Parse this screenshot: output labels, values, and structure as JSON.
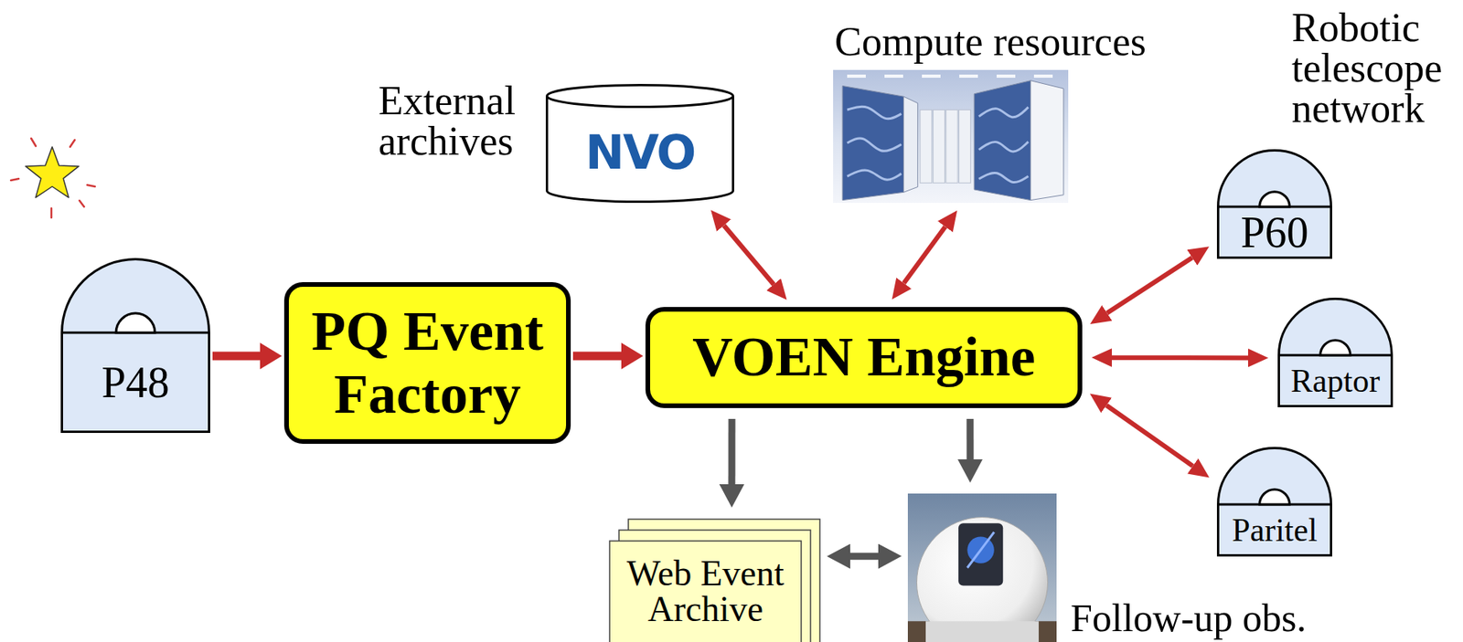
{
  "diagram": {
    "nodes": [
      {
        "text": [
          "P48"
        ]
      },
      {
        "text": [
          "PQ Event Factory"
        ]
      },
      {
        "text": [
          "VOEN Engine"
        ]
      },
      {
        "text": [
          "External archives",
          "NVO"
        ]
      },
      {
        "text": [
          "Compute resources"
        ]
      },
      {
        "text": [
          "P60"
        ]
      },
      {
        "text": [
          "Raptor"
        ]
      },
      {
        "text": [
          "Paritel"
        ]
      },
      {
        "text": [
          "Web Event Archive"
        ]
      },
      {
        "text": [
          "Follow-up obs."
        ]
      }
    ],
    "edges": [
      {
        "from": 0,
        "to": 1,
        "arrow": "to"
      },
      {
        "from": 1,
        "to": 2,
        "arrow": "to"
      },
      {
        "from": 2,
        "to": 3,
        "arrow": "both"
      },
      {
        "from": 2,
        "to": 4,
        "arrow": "both"
      },
      {
        "from": 2,
        "to": 5,
        "arrow": "both"
      },
      {
        "from": 2,
        "to": 6,
        "arrow": "both"
      },
      {
        "from": 2,
        "to": 7,
        "arrow": "both"
      },
      {
        "from": 2,
        "to": 8,
        "arrow": "to"
      },
      {
        "from": 2,
        "to": 9,
        "arrow": "to"
      },
      {
        "from": 8,
        "to": 9,
        "arrow": "both"
      }
    ],
    "labels": [
      "Robotic telescope network"
    ]
  }
}
